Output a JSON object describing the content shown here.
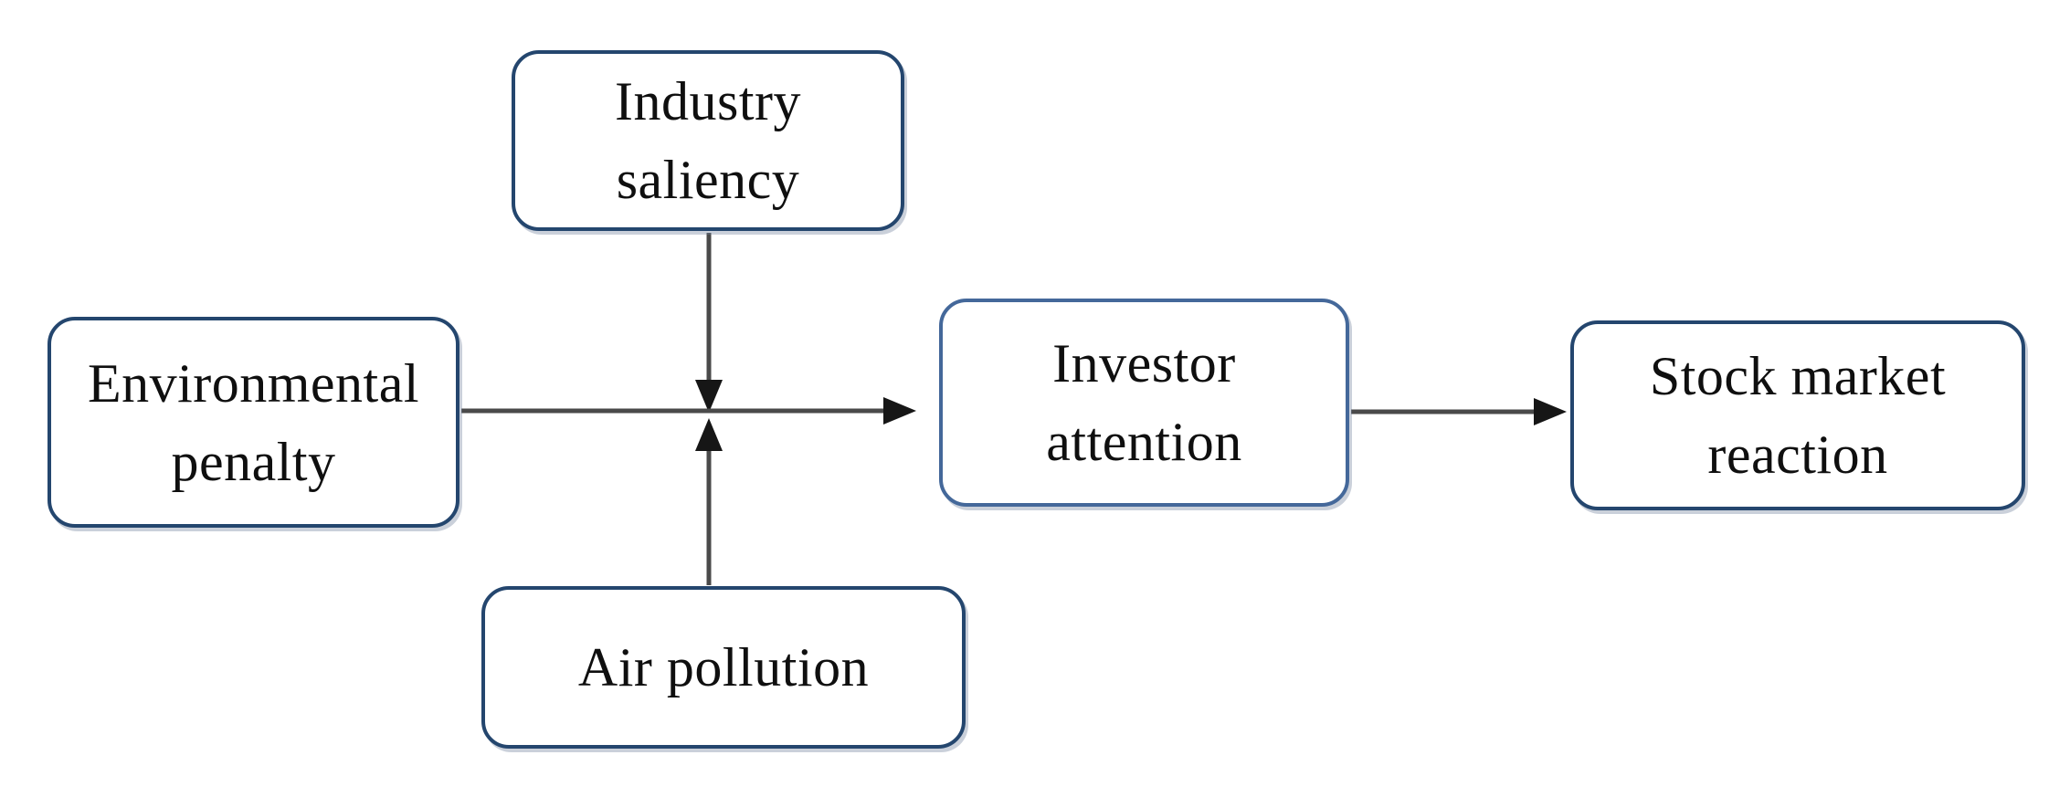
{
  "colors": {
    "background": "#ffffff",
    "box_fill": "#ffffff",
    "box_border_dark": "#24466e",
    "box_border_light": "#44689a",
    "text_color": "#0f0f0f",
    "arrow_shaft": "#4a4a4a",
    "arrow_head": "#161616"
  },
  "diagram": {
    "type": "conceptual-framework-flowchart",
    "nodes": [
      {
        "id": "industry-saliency",
        "lines": [
          "Industry",
          "saliency"
        ]
      },
      {
        "id": "environmental-penalty",
        "lines": [
          "Environmental",
          "penalty"
        ]
      },
      {
        "id": "air-pollution",
        "lines": [
          "Air pollution"
        ]
      },
      {
        "id": "investor-attention",
        "lines": [
          "Investor",
          "attention"
        ]
      },
      {
        "id": "stock-market-reaction",
        "lines": [
          "Stock market",
          "reaction"
        ]
      }
    ],
    "edges": [
      {
        "from": "environmental-penalty",
        "to": "investor-attention",
        "style": "straight-arrow"
      },
      {
        "from": "industry-saliency",
        "to": "edge:environmental-penalty->investor-attention",
        "style": "straight-arrow-into-line"
      },
      {
        "from": "air-pollution",
        "to": "edge:environmental-penalty->investor-attention",
        "style": "straight-arrow-into-line"
      },
      {
        "from": "investor-attention",
        "to": "stock-market-reaction",
        "style": "straight-arrow"
      }
    ]
  }
}
